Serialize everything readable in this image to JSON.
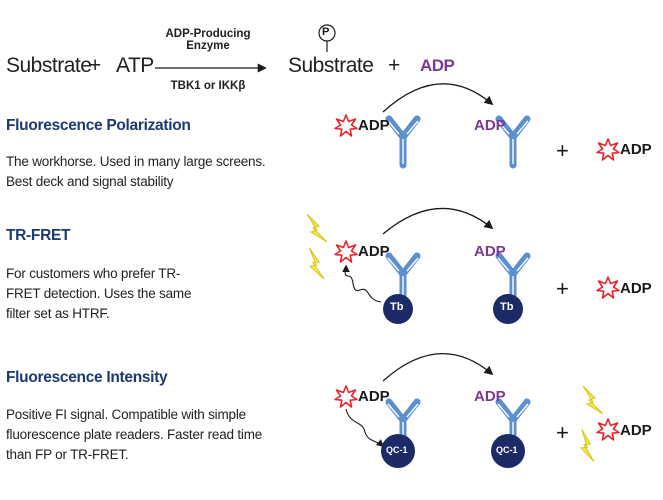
{
  "equation": {
    "substrate": "Substrate",
    "plus1": "+",
    "atp": "ATP",
    "enzyme_line1": "ADP-Producing",
    "enzyme_line2": "Enzyme",
    "enzyme_examples": "TBK1 or IKKβ",
    "phospho_symbol": "P",
    "product_substrate": "Substrate",
    "plus2": "+",
    "product_adp": "ADP"
  },
  "sections": [
    {
      "title": "Fluorescence Polarization",
      "description": "The workhorse. Used in many large screens. Best deck and signal stability",
      "tracer_label": "ADP",
      "bound_label": "ADP",
      "plus": "+",
      "free_label": "ADP"
    },
    {
      "title": "TR-FRET",
      "description": "For customers who prefer TR-FRET detection. Uses the same filter set as HTRF.",
      "tracer_label": "ADP",
      "bound_label": "ADP",
      "plus": "+",
      "free_label": "ADP",
      "donor_label": "Tb"
    },
    {
      "title": "Fluorescence Intensity",
      "description": "Positive FI signal. Compatible with simple fluorescence plate readers. Faster read time than FP or TR-FRET.",
      "tracer_label": "ADP",
      "bound_label": "ADP",
      "plus": "+",
      "free_label": "ADP",
      "quencher_label": "QC-1"
    }
  ],
  "colors": {
    "title_blue": "#1b3a73",
    "adp_purple": "#7a3a93",
    "antibody_blue": "#5b8fcf",
    "fluor_red": "#e8232a",
    "flash_yellow": "#f2e22a",
    "donor_navy": "#1c2a66"
  }
}
